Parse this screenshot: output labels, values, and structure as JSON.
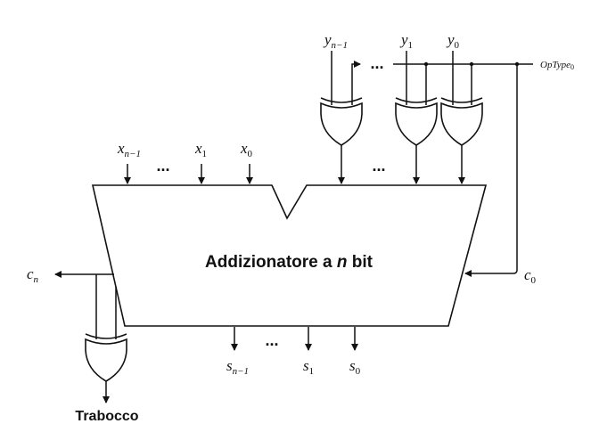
{
  "diagram": {
    "adder_label": {
      "prefix": "Addizionatore a ",
      "var": "n",
      "suffix": " bit"
    },
    "x_inputs": [
      {
        "base": "x",
        "sub": "n−1"
      },
      {
        "base": "x",
        "sub": "1"
      },
      {
        "base": "x",
        "sub": "0"
      }
    ],
    "y_inputs": [
      {
        "base": "y",
        "sub": "n−1"
      },
      {
        "base": "y",
        "sub": "1"
      },
      {
        "base": "y",
        "sub": "0"
      }
    ],
    "s_outputs": [
      {
        "base": "s",
        "sub": "n−1"
      },
      {
        "base": "s",
        "sub": "1"
      },
      {
        "base": "s",
        "sub": "0"
      }
    ],
    "carry_in": {
      "base": "c",
      "sub": "0"
    },
    "carry_out": {
      "base": "c",
      "sub": "n"
    },
    "optype": {
      "base": "OpType",
      "sub": "0"
    },
    "overflow_label": "Trabocco",
    "ellipsis": "..."
  }
}
